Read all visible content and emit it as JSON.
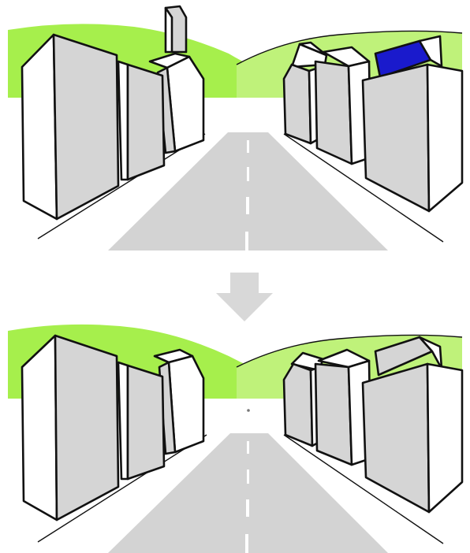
{
  "figure": {
    "panels": [
      {
        "id": "before",
        "highlight": "top-building-right"
      },
      {
        "id": "after",
        "highlight": "none"
      }
    ],
    "arrow": {
      "direction": "down",
      "color": "#d8d8d8"
    }
  },
  "colors": {
    "grass": "#a6ef4c",
    "grass_far": "#bff27a",
    "building_front": "#ffffff",
    "building_side": "#d5d5d5",
    "road": "#d3d3d3",
    "lane_mark": "#ffffff",
    "outline": "#111111",
    "highlight": "#1a1acc"
  },
  "icons": {
    "arrow": "down-arrow-icon"
  }
}
